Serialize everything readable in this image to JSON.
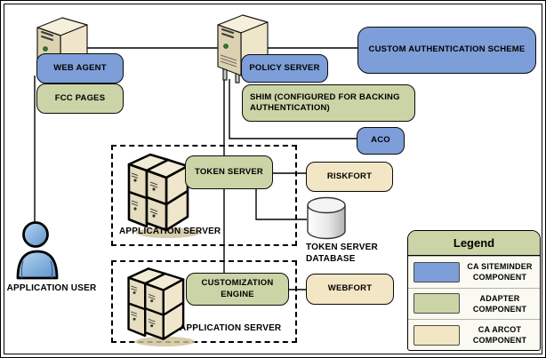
{
  "nodes": {
    "web_agent": "WEB AGENT",
    "fcc_pages": "FCC PAGES",
    "policy_server": "POLICY SERVER",
    "custom_authentication_scheme": "CUSTOM AUTHENTICATION SCHEME",
    "shim": "SHIM (CONFIGURED FOR BACKING AUTHENTICATION)",
    "aco": "ACO",
    "token_server": "TOKEN SERVER",
    "riskfort": "RISKFORT",
    "customization_engine": "CUSTOMIZATION ENGINE",
    "webfort": "WEBFORT"
  },
  "labels": {
    "application_server_1": "APPLICATION SERVER",
    "application_server_2": "APPLICATION SERVER",
    "token_server_database": "TOKEN SERVER DATABASE",
    "application_user": "APPLICATION USER"
  },
  "icons": {
    "web_server": "server-tower-icon",
    "policy_server": "server-tower-icon",
    "application_server_1": "server-stack-icon",
    "application_server_2": "server-stack-icon",
    "token_server_database": "database-cylinder-icon",
    "application_user": "person-icon"
  },
  "legend": {
    "title": "Legend",
    "items": [
      {
        "label": "CA SITEMINDER COMPONENT",
        "color": "#7d9ed8",
        "swatch_style": "background:#7d9ed8"
      },
      {
        "label": "ADAPTER COMPONENT",
        "color": "#cbd4a6",
        "swatch_style": "background:#cbd4a6"
      },
      {
        "label": "CA ARCOT COMPONENT",
        "color": "#f3e6c4",
        "swatch_style": "background:#f3e6c4"
      }
    ]
  },
  "colors": {
    "siteminder_component": "#7d9ed8",
    "adapter_component": "#cbd4a6",
    "arcot_component": "#f3e6c4",
    "connector_line": "#000000",
    "background": "#ffffff"
  }
}
